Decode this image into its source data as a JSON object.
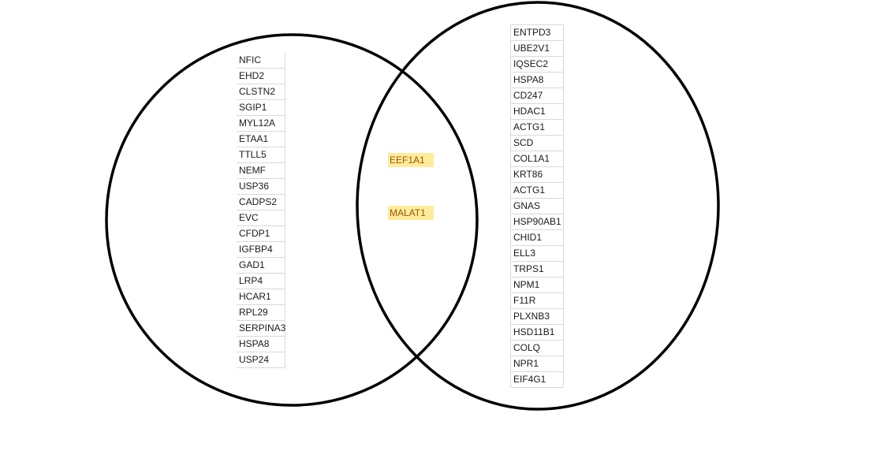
{
  "colors": {
    "circle_stroke": "#000000",
    "highlight_fill": "#ffeb9c",
    "highlight_text": "#9c5700",
    "cell_border": "#d9d9d9"
  },
  "venn": {
    "left_only": [
      "NFIC",
      "EHD2",
      "CLSTN2",
      "SGIP1",
      "MYL12A",
      "ETAA1",
      "TTLL5",
      "NEMF",
      "USP36",
      "CADPS2",
      "EVC",
      "CFDP1",
      "IGFBP4",
      "GAD1",
      "LRP4",
      "HCAR1",
      "RPL29",
      "SERPINA3",
      "HSPA8",
      "USP24"
    ],
    "shared": [
      "EEF1A1",
      "MALAT1"
    ],
    "right_only": [
      "ENTPD3",
      "UBE2V1",
      "IQSEC2",
      "HSPA8",
      "CD247",
      "HDAC1",
      "ACTG1",
      "SCD",
      "COL1A1",
      "KRT86",
      "ACTG1",
      "GNAS",
      "HSP90AB1",
      "CHID1",
      "ELL3",
      "TRPS1",
      "NPM1",
      "F11R",
      "PLXNB3",
      "HSD11B1",
      "COLQ",
      "NPR1",
      "EIF4G1"
    ]
  }
}
